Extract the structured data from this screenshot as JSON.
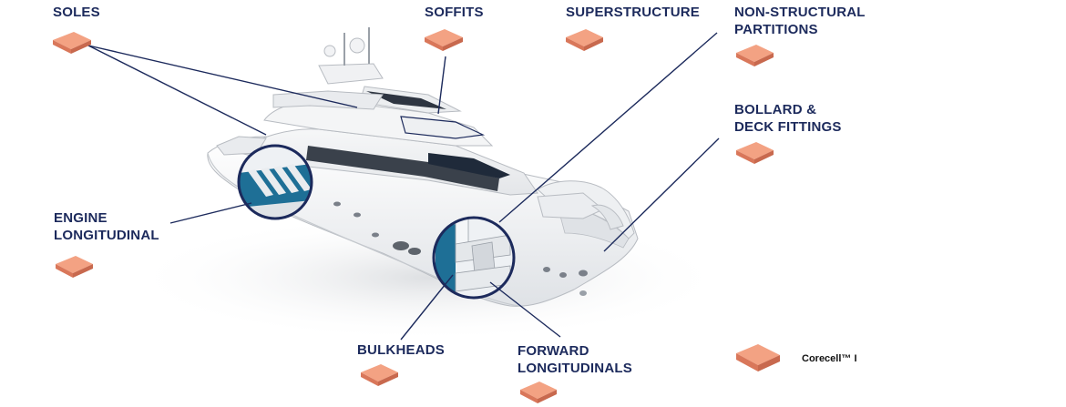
{
  "labels": {
    "soles": [
      "SOLES"
    ],
    "soffits": [
      "SOFFITS"
    ],
    "superstructure": [
      "SUPERSTRUCTURE"
    ],
    "non_structural": [
      "NON-STRUCTURAL",
      "PARTITIONS"
    ],
    "bollard": [
      "BOLLARD &",
      "DECK FITTINGS"
    ],
    "engine": [
      "ENGINE",
      "LONGITUDINAL"
    ],
    "bulkheads": [
      "BULKHEADS"
    ],
    "forward": [
      "FORWARD",
      "LONGITUDINALS"
    ]
  },
  "legend": {
    "label": "Corecell™ I"
  },
  "colors": {
    "label_text": "#1c2a5c",
    "leader_line": "#1c2a5c",
    "tile_top": "#f3a283",
    "tile_side": "#d9775a",
    "callout_fill": "#1e6f96",
    "callout_ring": "#1c2a5c"
  }
}
